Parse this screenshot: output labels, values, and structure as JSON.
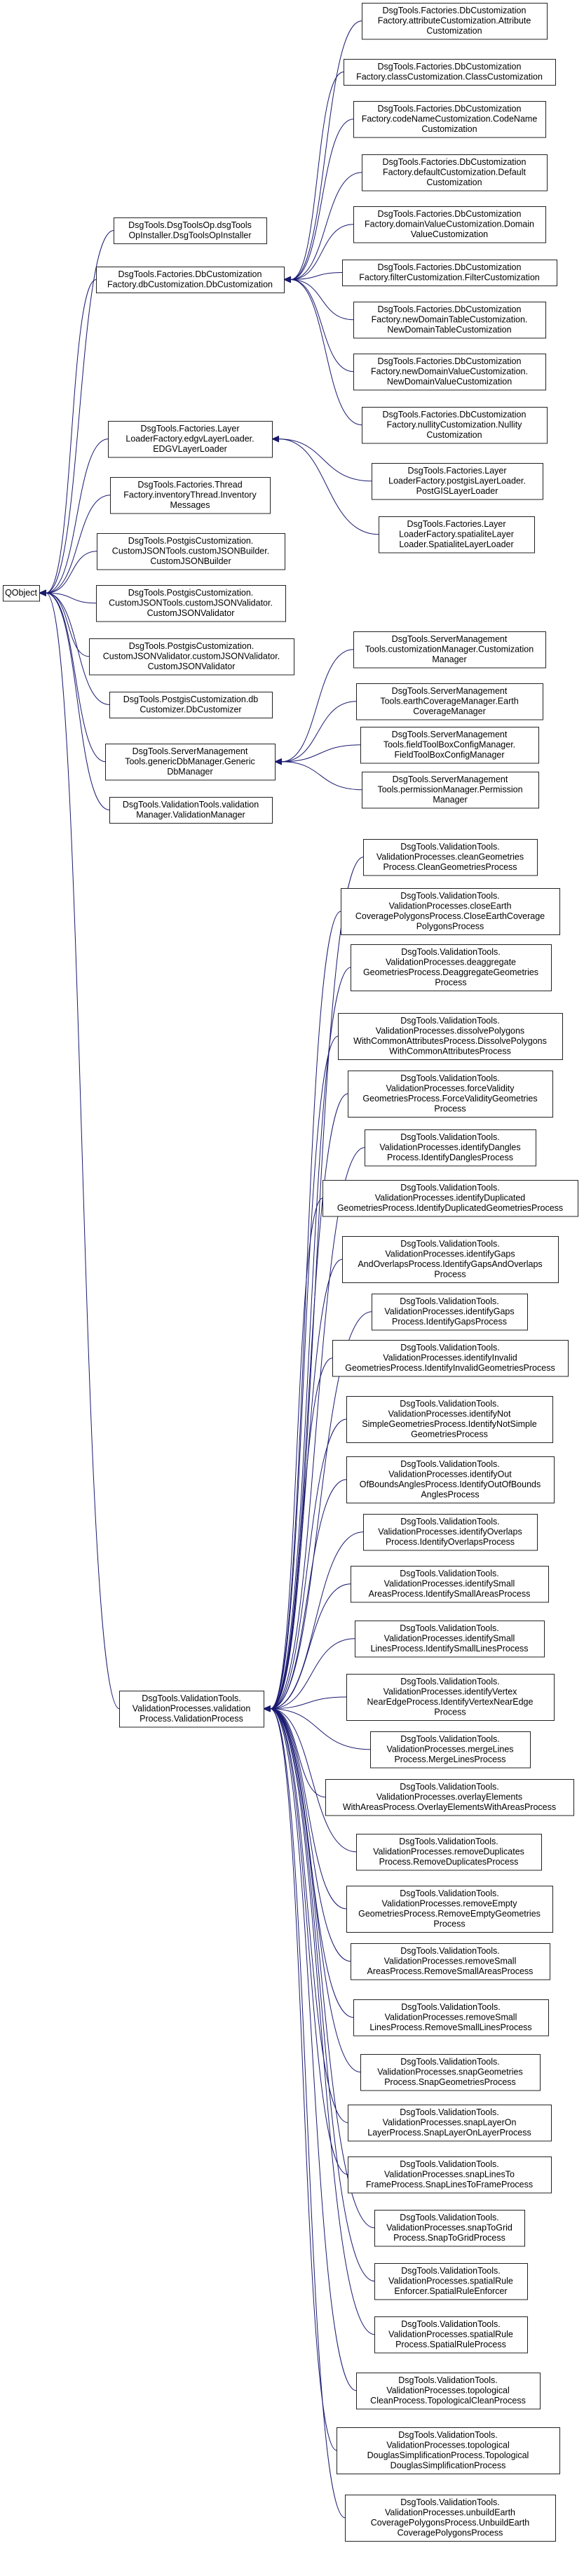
{
  "graph": {
    "root": "QObject",
    "edge_color": "#191970",
    "nodes": [
      {
        "id": "qobject",
        "name": "qobject-node",
        "lines": [
          "QObject"
        ]
      },
      {
        "id": "dbcust",
        "name": "db-customizer-node",
        "lines": [
          "DsgTools.Factories.DbCustomization",
          "Factory.dbCustomization.DbCustomization"
        ]
      },
      {
        "id": "attr",
        "name": "attribute-customization-node",
        "lines": [
          "DsgTools.Factories.DbCustomization",
          "Factory.attributeCustomization.Attribute",
          "Customization"
        ]
      },
      {
        "id": "class",
        "name": "class-customization-node",
        "lines": [
          "DsgTools.Factories.DbCustomization",
          "Factory.classCustomization.ClassCustomization"
        ]
      },
      {
        "id": "codename",
        "name": "codename-customization-node",
        "lines": [
          "DsgTools.Factories.DbCustomization",
          "Factory.codeNameCustomization.CodeName",
          "Customization"
        ]
      },
      {
        "id": "default",
        "name": "default-customization-node",
        "lines": [
          "DsgTools.Factories.DbCustomization",
          "Factory.defaultCustomization.Default",
          "Customization"
        ]
      },
      {
        "id": "domainval",
        "name": "domain-value-customization-node",
        "lines": [
          "DsgTools.Factories.DbCustomization",
          "Factory.domainValueCustomization.Domain",
          "ValueCustomization"
        ]
      },
      {
        "id": "filter",
        "name": "filter-customization-node",
        "lines": [
          "DsgTools.Factories.DbCustomization",
          "Factory.filterCustomization.FilterCustomization"
        ]
      },
      {
        "id": "newdomtab",
        "name": "new-domain-table-customization-node",
        "lines": [
          "DsgTools.Factories.DbCustomization",
          "Factory.newDomainTableCustomization.",
          "NewDomainTableCustomization"
        ]
      },
      {
        "id": "newdomval",
        "name": "new-domain-value-customization-node",
        "lines": [
          "DsgTools.Factories.DbCustomization",
          "Factory.newDomainValueCustomization.",
          "NewDomainValueCustomization"
        ]
      },
      {
        "id": "nullity",
        "name": "nullity-customization-node",
        "lines": [
          "DsgTools.Factories.DbCustomization",
          "Factory.nullityCustomization.Nullity",
          "Customization"
        ]
      },
      {
        "id": "opinstaller",
        "name": "op-installer-node",
        "lines": [
          "DsgTools.DsgToolsOp.dsgTools",
          "OpInstaller.DsgToolsOpInstaller"
        ]
      },
      {
        "id": "edgv",
        "name": "edgv-layer-loader-node",
        "lines": [
          "DsgTools.Factories.Layer",
          "LoaderFactory.edgvLayerLoader.",
          "EDGVLayerLoader"
        ]
      },
      {
        "id": "postgis",
        "name": "postgis-layer-loader-node",
        "lines": [
          "DsgTools.Factories.Layer",
          "LoaderFactory.postgisLayerLoader.",
          "PostGISLayerLoader"
        ]
      },
      {
        "id": "spatialite",
        "name": "spatialite-layer-loader-node",
        "lines": [
          "DsgTools.Factories.Layer",
          "LoaderFactory.spatialiteLayer",
          "Loader.SpatialiteLayerLoader"
        ]
      },
      {
        "id": "inventory",
        "name": "inventory-messages-node",
        "lines": [
          "DsgTools.Factories.Thread",
          "Factory.inventoryThread.Inventory",
          "Messages"
        ]
      },
      {
        "id": "jsonbuilder",
        "name": "custom-json-builder-node",
        "lines": [
          "DsgTools.PostgisCustomization.",
          "CustomJSONTools.customJSONBuilder.",
          "CustomJSONBuilder"
        ]
      },
      {
        "id": "jsonvalidator",
        "name": "custom-json-validator-node",
        "lines": [
          "DsgTools.PostgisCustomization.",
          "CustomJSONTools.customJSONValidator.",
          "CustomJSONValidator"
        ]
      },
      {
        "id": "jsonvalidator2",
        "name": "custom-json-validator-alt-node",
        "lines": [
          "DsgTools.PostgisCustomization.",
          "CustomJSONValidator.customJSONValidator.",
          "CustomJSONValidator"
        ]
      },
      {
        "id": "dbcustomizer",
        "name": "db-customizer-class-node",
        "lines": [
          "DsgTools.PostgisCustomization.db",
          "Customizer.DbCustomizer"
        ]
      },
      {
        "id": "genericdbm",
        "name": "generic-db-manager-node",
        "lines": [
          "DsgTools.ServerManagement",
          "Tools.genericDbManager.Generic",
          "DbManager"
        ]
      },
      {
        "id": "custmgr",
        "name": "customization-manager-node",
        "lines": [
          "DsgTools.ServerManagement",
          "Tools.customizationManager.Customization",
          "Manager"
        ]
      },
      {
        "id": "earthmgr",
        "name": "earth-coverage-manager-node",
        "lines": [
          "DsgTools.ServerManagement",
          "Tools.earthCoverageManager.Earth",
          "CoverageManager"
        ]
      },
      {
        "id": "fieldmgr",
        "name": "field-toolbox-config-manager-node",
        "lines": [
          "DsgTools.ServerManagement",
          "Tools.fieldToolBoxConfigManager.",
          "FieldToolBoxConfigManager"
        ]
      },
      {
        "id": "permmgr",
        "name": "permission-manager-node",
        "lines": [
          "DsgTools.ServerManagement",
          "Tools.permissionManager.Permission",
          "Manager"
        ]
      },
      {
        "id": "valmgr",
        "name": "validation-manager-node",
        "lines": [
          "DsgTools.ValidationTools.validation",
          "Manager.ValidationManager"
        ]
      },
      {
        "id": "valproc",
        "name": "validation-process-node",
        "lines": [
          "DsgTools.ValidationTools.",
          "ValidationProcesses.validation",
          "Process.ValidationProcess"
        ]
      },
      {
        "id": "p01",
        "name": "clean-geometries-process-node",
        "lines": [
          "DsgTools.ValidationTools.",
          "ValidationProcesses.cleanGeometries",
          "Process.CleanGeometriesProcess"
        ]
      },
      {
        "id": "p02",
        "name": "close-earth-coverage-polygons-process-node",
        "lines": [
          "DsgTools.ValidationTools.",
          "ValidationProcesses.closeEarth",
          "CoveragePolygonsProcess.CloseEarthCoverage",
          "PolygonsProcess"
        ]
      },
      {
        "id": "p03",
        "name": "deaggregate-geometries-process-node",
        "lines": [
          "DsgTools.ValidationTools.",
          "ValidationProcesses.deaggregate",
          "GeometriesProcess.DeaggregateGeometries",
          "Process"
        ]
      },
      {
        "id": "p04",
        "name": "dissolve-polygons-process-node",
        "lines": [
          "DsgTools.ValidationTools.",
          "ValidationProcesses.dissolvePolygons",
          "WithCommonAttributesProcess.DissolvePolygons",
          "WithCommonAttributesProcess"
        ]
      },
      {
        "id": "p05",
        "name": "force-validity-geometries-process-node",
        "lines": [
          "DsgTools.ValidationTools.",
          "ValidationProcesses.forceValidity",
          "GeometriesProcess.ForceValidityGeometries",
          "Process"
        ]
      },
      {
        "id": "p06",
        "name": "identify-dangles-process-node",
        "lines": [
          "DsgTools.ValidationTools.",
          "ValidationProcesses.identifyDangles",
          "Process.IdentifyDanglesProcess"
        ]
      },
      {
        "id": "p07",
        "name": "identify-duplicated-geometries-process-node",
        "lines": [
          "DsgTools.ValidationTools.",
          "ValidationProcesses.identifyDuplicated",
          "GeometriesProcess.IdentifyDuplicatedGeometriesProcess"
        ]
      },
      {
        "id": "p08",
        "name": "identify-gaps-and-overlaps-process-node",
        "lines": [
          "DsgTools.ValidationTools.",
          "ValidationProcesses.identifyGaps",
          "AndOverlapsProcess.IdentifyGapsAndOverlaps",
          "Process"
        ]
      },
      {
        "id": "p09",
        "name": "identify-gaps-process-node",
        "lines": [
          "DsgTools.ValidationTools.",
          "ValidationProcesses.identifyGaps",
          "Process.IdentifyGapsProcess"
        ]
      },
      {
        "id": "p10",
        "name": "identify-invalid-geometries-process-node",
        "lines": [
          "DsgTools.ValidationTools.",
          "ValidationProcesses.identifyInvalid",
          "GeometriesProcess.IdentifyInvalidGeometriesProcess"
        ]
      },
      {
        "id": "p11",
        "name": "identify-not-simple-geometries-process-node",
        "lines": [
          "DsgTools.ValidationTools.",
          "ValidationProcesses.identifyNot",
          "SimpleGeometriesProcess.IdentifyNotSimple",
          "GeometriesProcess"
        ]
      },
      {
        "id": "p12",
        "name": "identify-out-of-bounds-angles-process-node",
        "lines": [
          "DsgTools.ValidationTools.",
          "ValidationProcesses.identifyOut",
          "OfBoundsAnglesProcess.IdentifyOutOfBounds",
          "AnglesProcess"
        ]
      },
      {
        "id": "p13",
        "name": "identify-overlaps-process-node",
        "lines": [
          "DsgTools.ValidationTools.",
          "ValidationProcesses.identifyOverlaps",
          "Process.IdentifyOverlapsProcess"
        ]
      },
      {
        "id": "p14",
        "name": "identify-small-areas-process-node",
        "lines": [
          "DsgTools.ValidationTools.",
          "ValidationProcesses.identifySmall",
          "AreasProcess.IdentifySmallAreasProcess"
        ]
      },
      {
        "id": "p15",
        "name": "identify-small-lines-process-node",
        "lines": [
          "DsgTools.ValidationTools.",
          "ValidationProcesses.identifySmall",
          "LinesProcess.IdentifySmallLinesProcess"
        ]
      },
      {
        "id": "p16",
        "name": "identify-vertex-near-edge-process-node",
        "lines": [
          "DsgTools.ValidationTools.",
          "ValidationProcesses.identifyVertex",
          "NearEdgeProcess.IdentifyVertexNearEdge",
          "Process"
        ]
      },
      {
        "id": "p17",
        "name": "merge-lines-process-node",
        "lines": [
          "DsgTools.ValidationTools.",
          "ValidationProcesses.mergeLines",
          "Process.MergeLinesProcess"
        ]
      },
      {
        "id": "p18",
        "name": "overlay-elements-process-node",
        "lines": [
          "DsgTools.ValidationTools.",
          "ValidationProcesses.overlayElements",
          "WithAreasProcess.OverlayElementsWithAreasProcess"
        ]
      },
      {
        "id": "p19",
        "name": "remove-duplicates-process-node",
        "lines": [
          "DsgTools.ValidationTools.",
          "ValidationProcesses.removeDuplicates",
          "Process.RemoveDuplicatesProcess"
        ]
      },
      {
        "id": "p20",
        "name": "remove-empty-geometries-process-node",
        "lines": [
          "DsgTools.ValidationTools.",
          "ValidationProcesses.removeEmpty",
          "GeometriesProcess.RemoveEmptyGeometries",
          "Process"
        ]
      },
      {
        "id": "p21",
        "name": "remove-small-areas-process-node",
        "lines": [
          "DsgTools.ValidationTools.",
          "ValidationProcesses.removeSmall",
          "AreasProcess.RemoveSmallAreasProcess"
        ]
      },
      {
        "id": "p22",
        "name": "remove-small-lines-process-node",
        "lines": [
          "DsgTools.ValidationTools.",
          "ValidationProcesses.removeSmall",
          "LinesProcess.RemoveSmallLinesProcess"
        ]
      },
      {
        "id": "p23",
        "name": "snap-geometries-process-node",
        "lines": [
          "DsgTools.ValidationTools.",
          "ValidationProcesses.snapGeometries",
          "Process.SnapGeometriesProcess"
        ]
      },
      {
        "id": "p24",
        "name": "snap-layer-on-layer-process-node",
        "lines": [
          "DsgTools.ValidationTools.",
          "ValidationProcesses.snapLayerOn",
          "LayerProcess.SnapLayerOnLayerProcess"
        ]
      },
      {
        "id": "p25",
        "name": "snap-lines-to-frame-process-node",
        "lines": [
          "DsgTools.ValidationTools.",
          "ValidationProcesses.snapLinesTo",
          "FrameProcess.SnapLinesToFrameProcess"
        ]
      },
      {
        "id": "p26",
        "name": "snap-to-grid-process-node",
        "lines": [
          "DsgTools.ValidationTools.",
          "ValidationProcesses.snapToGrid",
          "Process.SnapToGridProcess"
        ]
      },
      {
        "id": "p27",
        "name": "spatial-rule-enforcer-node",
        "lines": [
          "DsgTools.ValidationTools.",
          "ValidationProcesses.spatialRule",
          "Enforcer.SpatialRuleEnforcer"
        ]
      },
      {
        "id": "p28",
        "name": "spatial-rule-process-node",
        "lines": [
          "DsgTools.ValidationTools.",
          "ValidationProcesses.spatialRule",
          "Process.SpatialRuleProcess"
        ]
      },
      {
        "id": "p29",
        "name": "topological-clean-process-node",
        "lines": [
          "DsgTools.ValidationTools.",
          "ValidationProcesses.topological",
          "CleanProcess.TopologicalCleanProcess"
        ]
      },
      {
        "id": "p30",
        "name": "topological-douglas-simplification-process-node",
        "lines": [
          "DsgTools.ValidationTools.",
          "ValidationProcesses.topological",
          "DouglasSimplificationProcess.Topological",
          "DouglasSimplificationProcess"
        ]
      },
      {
        "id": "p31",
        "name": "unbuild-earth-coverage-polygons-process-node",
        "lines": [
          "DsgTools.ValidationTools.",
          "ValidationProcesses.unbuildEarth",
          "CoveragePolygonsProcess.UnbuildEarth",
          "CoveragePolygonsProcess"
        ]
      }
    ],
    "edges": [
      [
        "qobject",
        "dbcust"
      ],
      [
        "qobject",
        "opinstaller"
      ],
      [
        "qobject",
        "edgv"
      ],
      [
        "qobject",
        "inventory"
      ],
      [
        "qobject",
        "jsonbuilder"
      ],
      [
        "qobject",
        "jsonvalidator"
      ],
      [
        "qobject",
        "jsonvalidator2"
      ],
      [
        "qobject",
        "dbcustomizer"
      ],
      [
        "qobject",
        "genericdbm"
      ],
      [
        "qobject",
        "valmgr"
      ],
      [
        "qobject",
        "valproc"
      ],
      [
        "dbcust",
        "attr"
      ],
      [
        "dbcust",
        "class"
      ],
      [
        "dbcust",
        "codename"
      ],
      [
        "dbcust",
        "default"
      ],
      [
        "dbcust",
        "domainval"
      ],
      [
        "dbcust",
        "filter"
      ],
      [
        "dbcust",
        "newdomtab"
      ],
      [
        "dbcust",
        "newdomval"
      ],
      [
        "dbcust",
        "nullity"
      ],
      [
        "edgv",
        "postgis"
      ],
      [
        "edgv",
        "spatialite"
      ],
      [
        "genericdbm",
        "custmgr"
      ],
      [
        "genericdbm",
        "earthmgr"
      ],
      [
        "genericdbm",
        "fieldmgr"
      ],
      [
        "genericdbm",
        "permmgr"
      ],
      [
        "valproc",
        "p01"
      ],
      [
        "valproc",
        "p02"
      ],
      [
        "valproc",
        "p03"
      ],
      [
        "valproc",
        "p04"
      ],
      [
        "valproc",
        "p05"
      ],
      [
        "valproc",
        "p06"
      ],
      [
        "valproc",
        "p07"
      ],
      [
        "valproc",
        "p08"
      ],
      [
        "valproc",
        "p09"
      ],
      [
        "valproc",
        "p10"
      ],
      [
        "valproc",
        "p11"
      ],
      [
        "valproc",
        "p12"
      ],
      [
        "valproc",
        "p13"
      ],
      [
        "valproc",
        "p14"
      ],
      [
        "valproc",
        "p15"
      ],
      [
        "valproc",
        "p16"
      ],
      [
        "valproc",
        "p17"
      ],
      [
        "valproc",
        "p18"
      ],
      [
        "valproc",
        "p19"
      ],
      [
        "valproc",
        "p20"
      ],
      [
        "valproc",
        "p21"
      ],
      [
        "valproc",
        "p22"
      ],
      [
        "valproc",
        "p23"
      ],
      [
        "valproc",
        "p24"
      ],
      [
        "valproc",
        "p25"
      ],
      [
        "valproc",
        "p26"
      ],
      [
        "valproc",
        "p27"
      ],
      [
        "valproc",
        "p28"
      ],
      [
        "valproc",
        "p29"
      ],
      [
        "valproc",
        "p30"
      ],
      [
        "valproc",
        "p31"
      ]
    ]
  }
}
